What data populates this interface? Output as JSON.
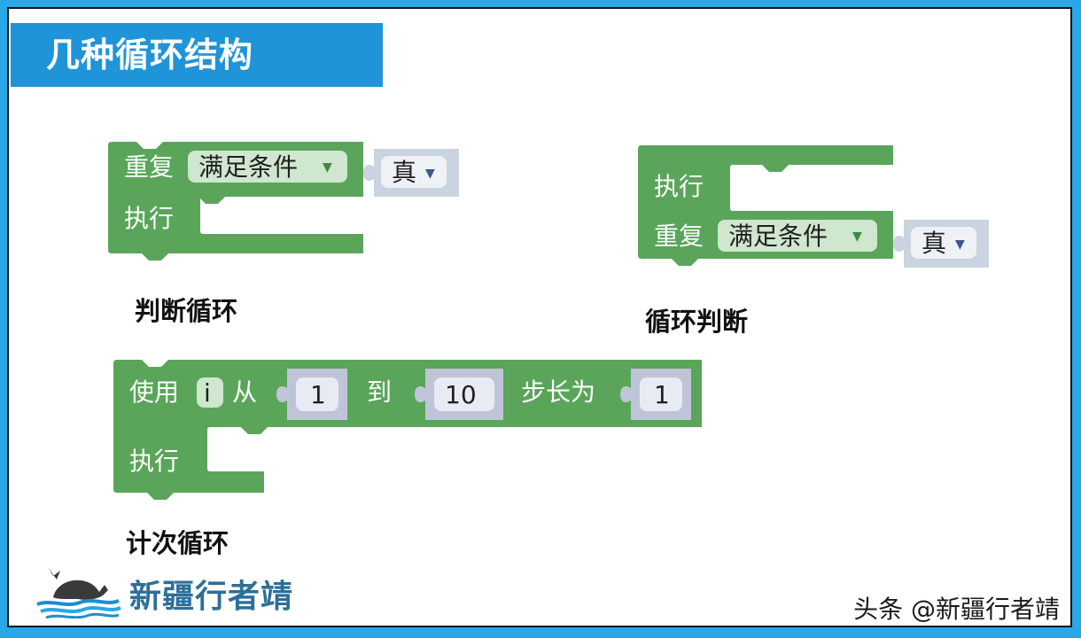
{
  "title": "几种循环结构",
  "colors": {
    "frame": "#2aa7e6",
    "title_bg": "#1f94d8",
    "block_green": "#5aa55a",
    "dropdown_bg": "#cfe6cf",
    "value_bg": "#c9d4e0",
    "number_bg": "#cdd0e6"
  },
  "while_block": {
    "repeat_label": "重复",
    "mode_dropdown": "满足条件",
    "bool_dropdown": "真",
    "do_label": "执行",
    "caption": "判断循环"
  },
  "do_while_block": {
    "do_label": "执行",
    "repeat_label": "重复",
    "mode_dropdown": "满足条件",
    "bool_dropdown": "真",
    "caption": "循环判断"
  },
  "for_block": {
    "use_label": "使用",
    "variable": "i",
    "from_label": "从",
    "from_value": "1",
    "to_label": "到",
    "to_value": "10",
    "step_label": "步长为",
    "step_value": "1",
    "do_label": "执行",
    "caption": "计次循环"
  },
  "brand": {
    "name": "新疆行者靖",
    "icon": "whale-logo-icon"
  },
  "watermark": "头条 @新疆行者靖"
}
